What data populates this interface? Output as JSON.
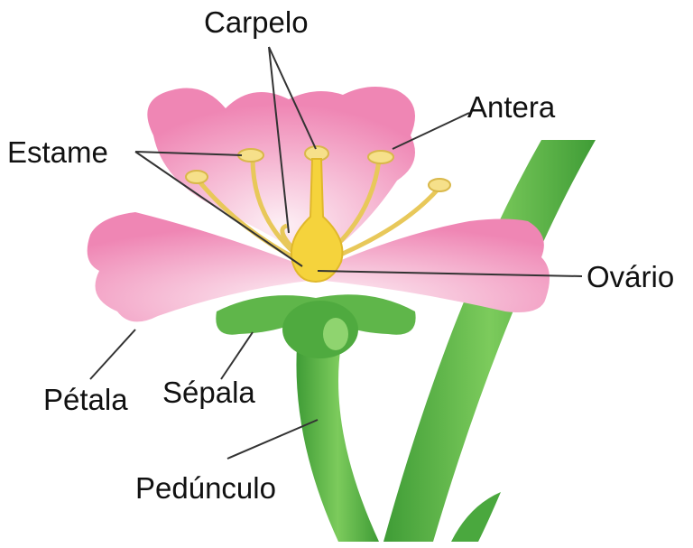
{
  "labels": {
    "carpelo": "Carpelo",
    "antera": "Antera",
    "estame": "Estame",
    "ovario": "Ovário",
    "petala": "Pétala",
    "sepala": "Sépala",
    "pedunculo": "Pedúnculo"
  },
  "colors": {
    "petal": "#f08cb8",
    "petal_light": "#fbe0ec",
    "stem": "#5cb848",
    "stem_dark": "#3e9a36",
    "carpel": "#f5d33c",
    "stamen": "#f3dc7a"
  }
}
